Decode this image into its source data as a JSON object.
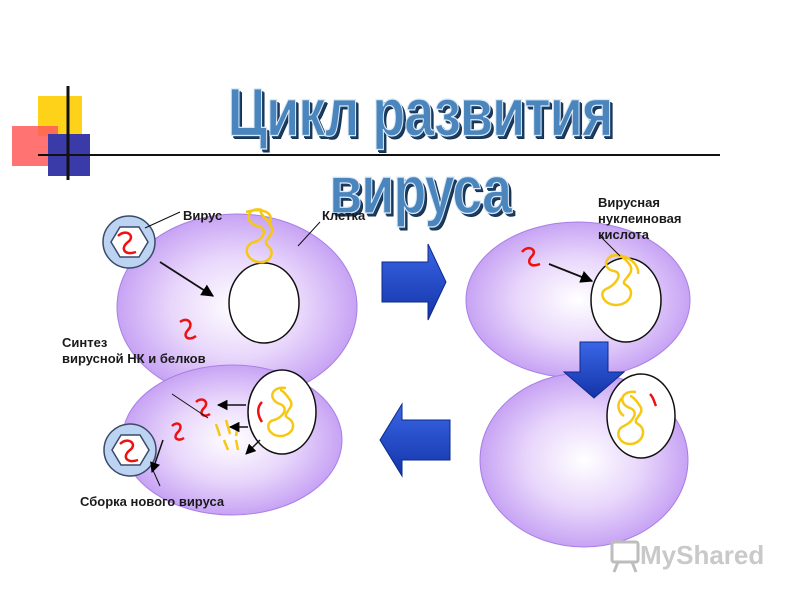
{
  "title": "Цикл развития вируса",
  "labels": {
    "virus": "Вирус",
    "cell": "Клетка",
    "viral_nucleic_acid": "Вирусная\nнуклеиновая\nкислота",
    "synthesis": "Синтез\nвирусной НК и белков",
    "assembly": "Сборка нового вируса"
  },
  "watermark": "MyShared",
  "colors": {
    "cell_fill": "#d5b2fa",
    "cell_edge": "#a87ee6",
    "nucleus_fill": "#ffffff",
    "viral_rna": "#ee1111",
    "host_dna": "#f6c814",
    "arrow_blue": "#1c44c9",
    "title_blue": "#4a86bd",
    "capsid": "#bcd4f2"
  },
  "icons": [
    "virus-particle-icon",
    "arrow-right-icon",
    "arrow-down-icon",
    "arrow-left-icon",
    "myshared-logo-icon"
  ]
}
